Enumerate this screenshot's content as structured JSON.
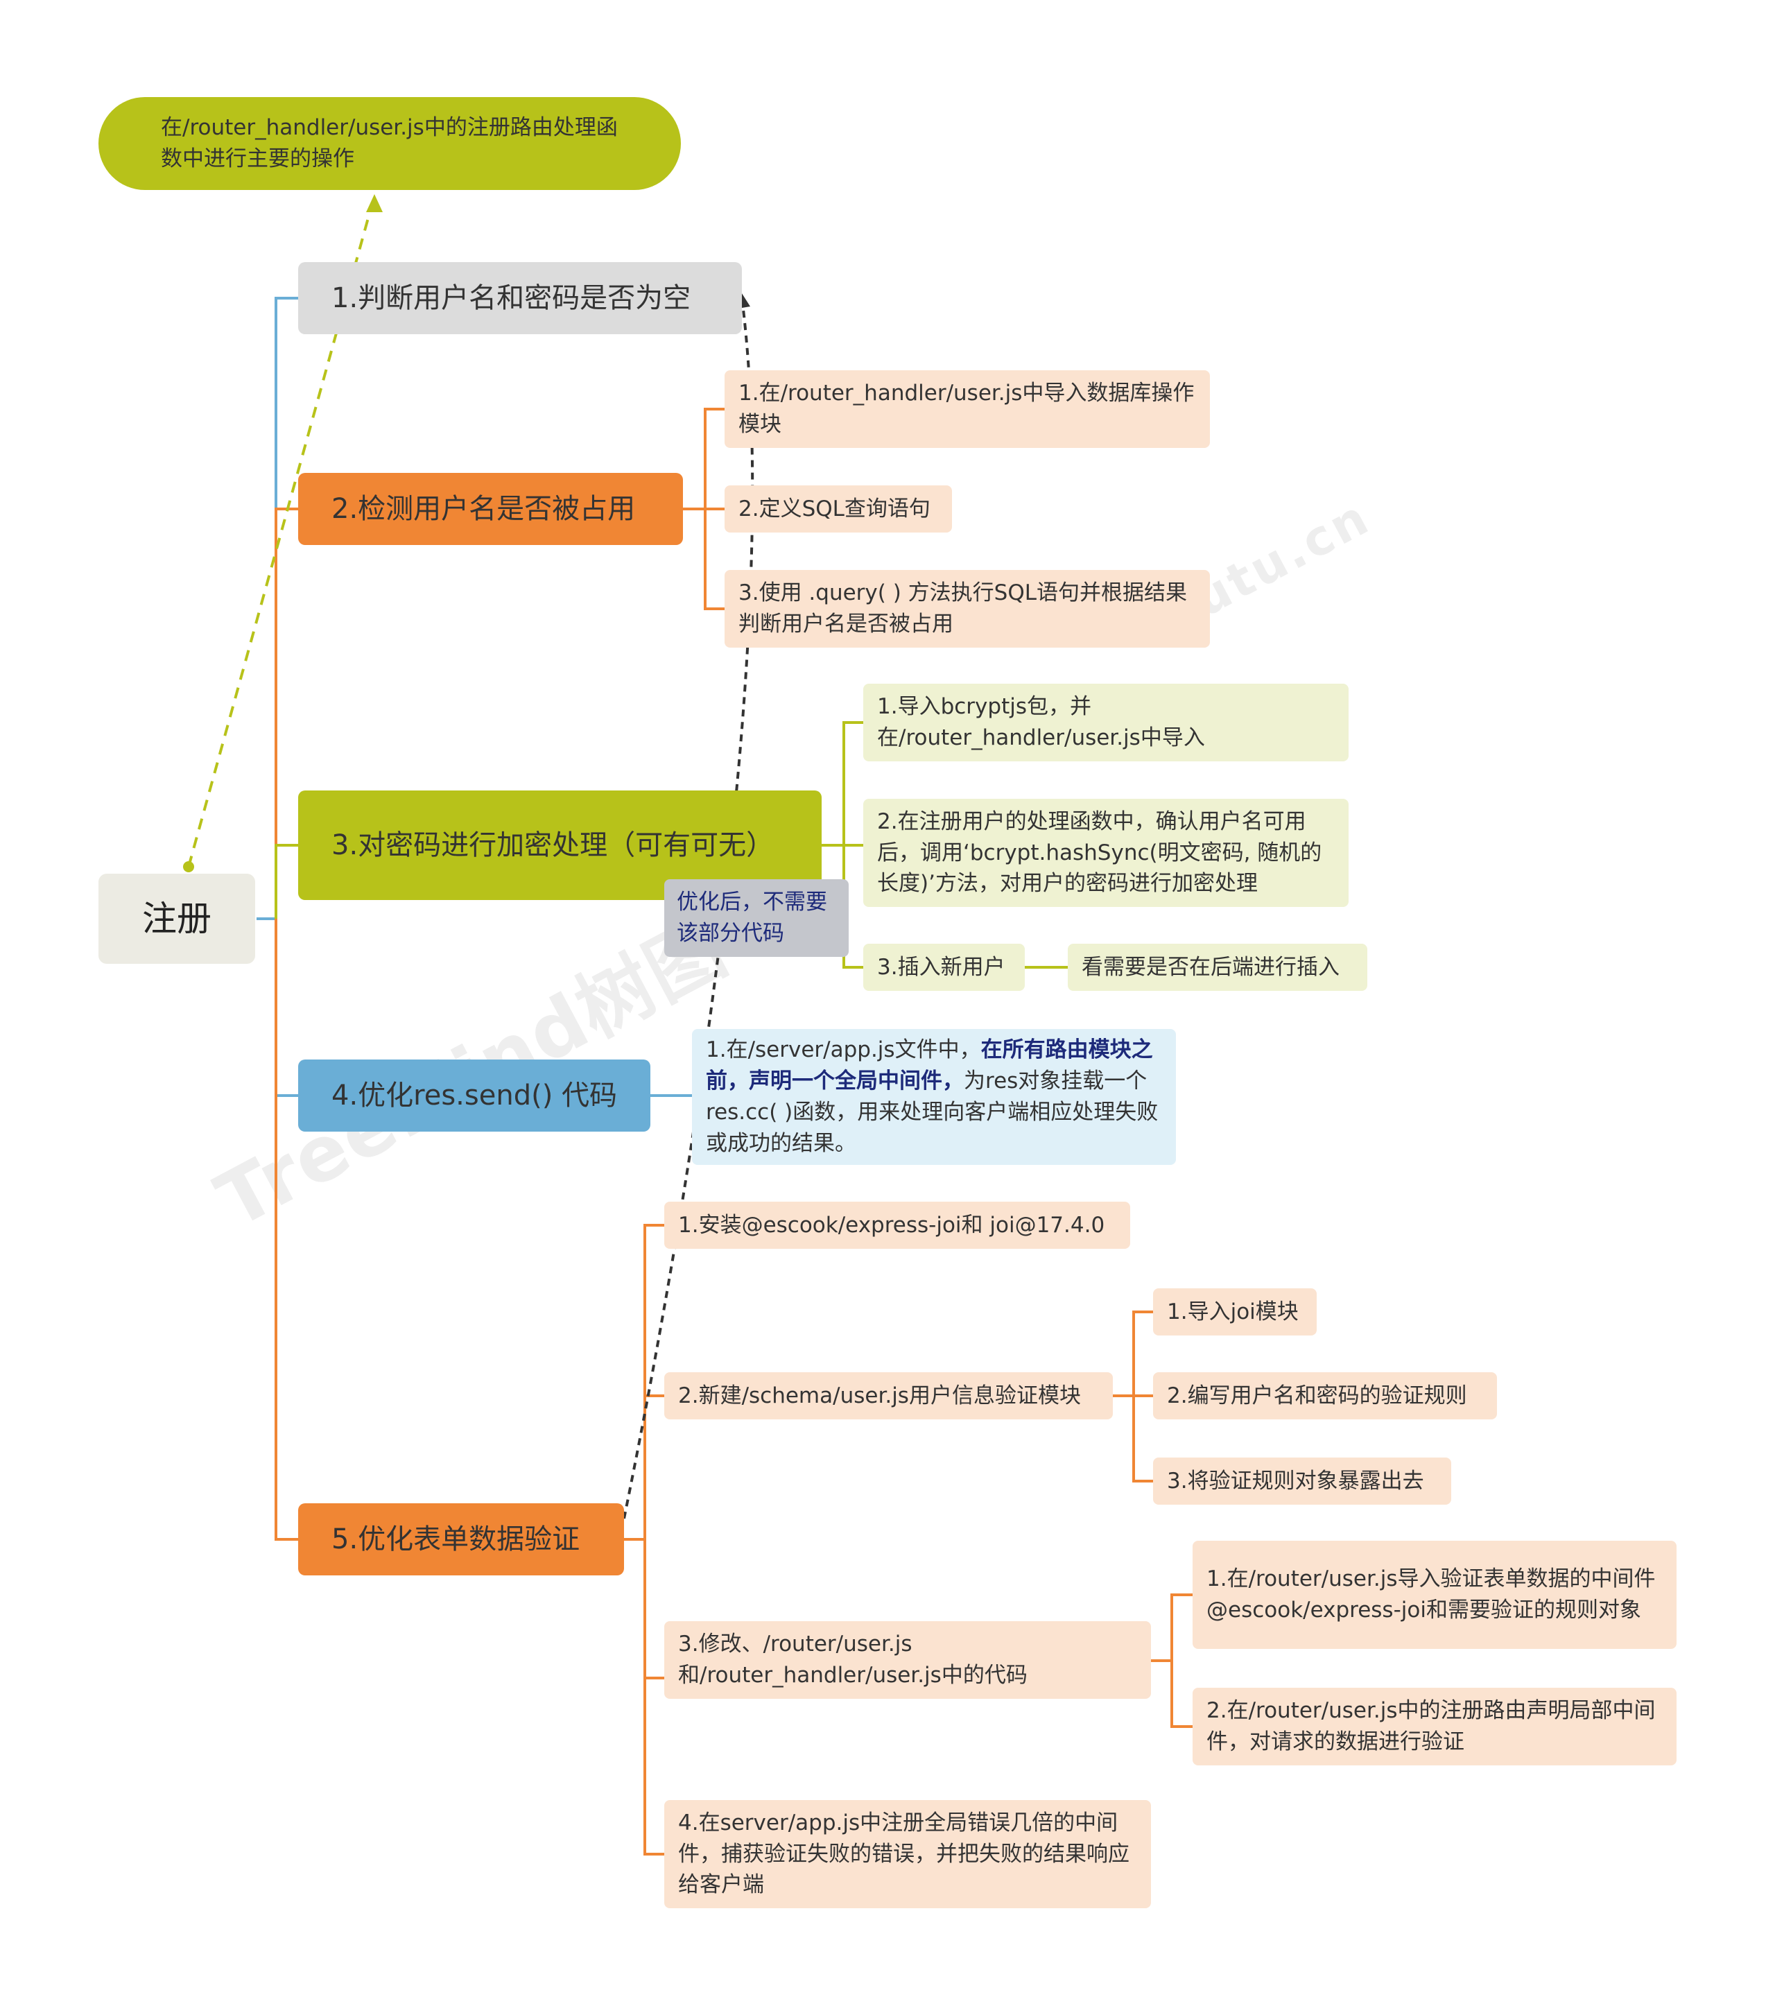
{
  "root": {
    "label": "注册"
  },
  "callouts": {
    "top": "在/router_handler/user.js中的注册路由处理函数中进行主要的操作",
    "mid": "优化后，不需要该部分代码"
  },
  "branches": [
    {
      "label": "1.判断用户名和密码是否为空",
      "color": "#dcdcdc"
    },
    {
      "label": "2.检测用户名是否被占用",
      "color": "#f08634",
      "children": [
        "1.在/router_handler/user.js中导入数据库操作模块",
        "2.定义SQL查询语句",
        "3.使用 .query( ) 方法执行SQL语句并根据结果判断用户名是否被占用"
      ]
    },
    {
      "label": "3.对密码进行加密处理（可有可无）",
      "color": "#b7c21a",
      "children": [
        "1.导入bcryptjs包，并在/router_handler/user.js中导入",
        "2.在注册用户的处理函数中，确认用户名可用后，调用‘bcrypt.hashSync(明文密码, 随机的长度)’方法，对用户的密码进行加密处理",
        "3.插入新用户"
      ],
      "note": "看需要是否在后端进行插入"
    },
    {
      "label": "4.优化res.send() 代码",
      "color": "#6aaed6",
      "children_rich": {
        "part1": "1.在/server/app.js文件中，",
        "bold": "在所有路由模块之前，声明一个全局中间件，",
        "part2": "为res对象挂载一个res.cc( )函数，用来处理向客户端相应处理失败或成功的结果。"
      }
    },
    {
      "label": "5.优化表单数据验证",
      "color": "#f08634",
      "children": [
        "1.安装@escook/express-joi和 joi@17.4.0",
        "2.新建/schema/user.js用户信息验证模块",
        "3.修改、/router/user.js和/router_handler/user.js中的代码",
        "4.在server/app.js中注册全局错误几倍的中间件，捕获验证失败的错误，并把失败的结果响应给客户端"
      ],
      "schema_children": [
        "1.导入joi模块",
        "2.编写用户名和密码的验证规则",
        "3.将验证规则对象暴露出去"
      ],
      "modify_children": [
        "1.在/router/user.js导入验证表单数据的中间件@escook/express-joi和需要验证的规则对象",
        "2.在/router/user.js中的注册路由声明局部中间件，对请求的数据进行验证"
      ]
    }
  ],
  "colors": {
    "link_blue": "#6aaed6",
    "link_orange": "#f08634",
    "link_olive": "#b7c21a",
    "dashed_dark": "#333333"
  },
  "watermark": {
    "brand": "TreeMind树图",
    "site": "shutu.cn"
  }
}
